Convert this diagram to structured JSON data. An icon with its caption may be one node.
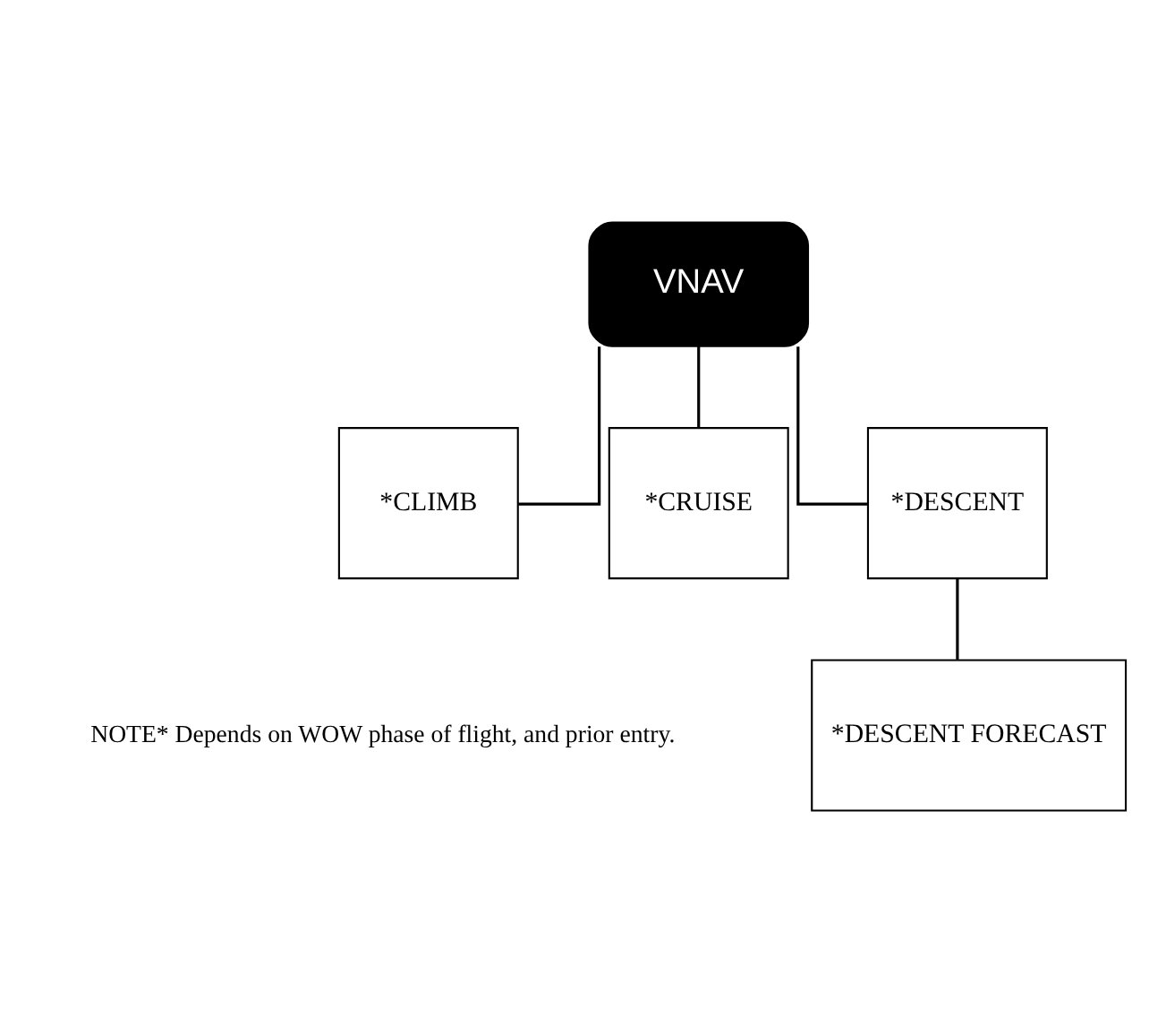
{
  "diagram": {
    "nodes": [
      {
        "text": [
          "VNAV"
        ]
      },
      {
        "text": [
          "*CLIMB"
        ]
      },
      {
        "text": [
          "*CRUISE"
        ]
      },
      {
        "text": [
          "*DESCENT"
        ]
      },
      {
        "text": [
          "*DESCENT FORECAST"
        ]
      }
    ],
    "edges": [
      {
        "from": 0,
        "to": 1,
        "arrow": "none"
      },
      {
        "from": 0,
        "to": 2,
        "arrow": "none"
      },
      {
        "from": 0,
        "to": 3,
        "arrow": "none"
      },
      {
        "from": 3,
        "to": 4,
        "arrow": "none"
      }
    ],
    "labels": [
      "NOTE* Depends on WOW phase of flight, and prior entry."
    ]
  }
}
